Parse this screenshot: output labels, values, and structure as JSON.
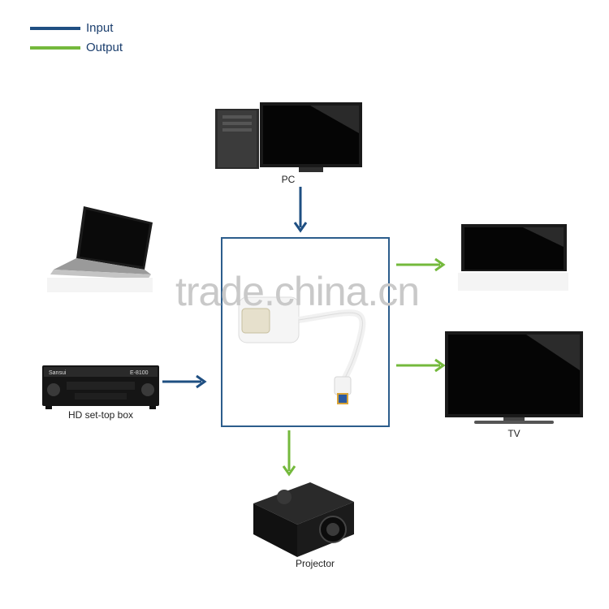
{
  "legend": {
    "input_label": "Input",
    "output_label": "Output",
    "input_color": "#1f4f82",
    "output_color": "#74b93c"
  },
  "devices": {
    "pc_label": "PC",
    "laptop_label": "",
    "settop_label": "HD set-top box",
    "monitor_label": "",
    "tv_label": "TV",
    "projector_label": "Projector"
  },
  "settop_brand": "Sansui",
  "settop_model": "E-8100",
  "watermark": "trade.china.cn",
  "hub_icon": "vga-adapter-icon"
}
